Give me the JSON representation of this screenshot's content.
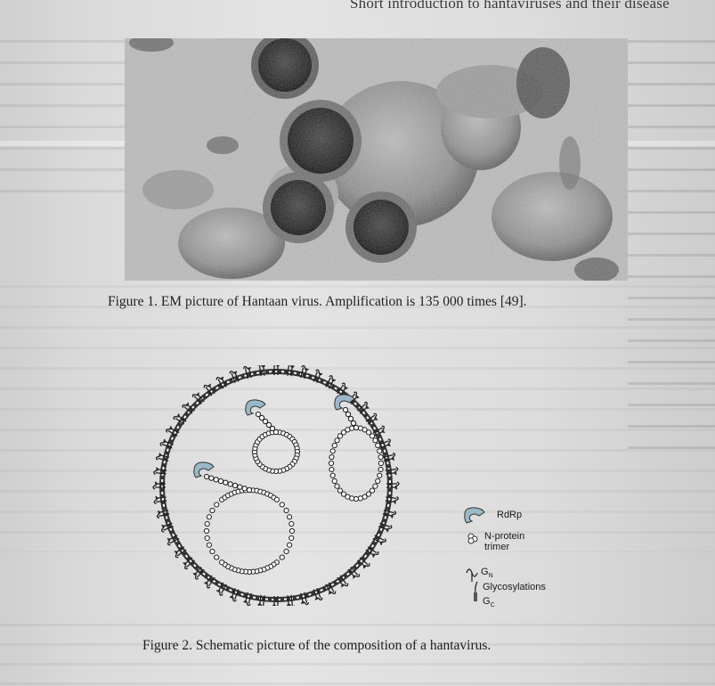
{
  "page": {
    "header": "Short introduction to hantaviruses and their disease"
  },
  "figure1": {
    "caption": "Figure 1. EM picture of Hantaan virus. Amplification is 135 000 times [49]."
  },
  "figure2": {
    "caption": "Figure 2. Schematic picture of the composition of a hantavirus.",
    "legend": {
      "rdrp": "RdRp",
      "nprotein_line1": "N-protein",
      "nprotein_line2": "trimer",
      "gn": "G",
      "gn_sub": "N",
      "glycosylations": "Glycosylations",
      "gc": "G",
      "gc_sub": "C"
    }
  }
}
